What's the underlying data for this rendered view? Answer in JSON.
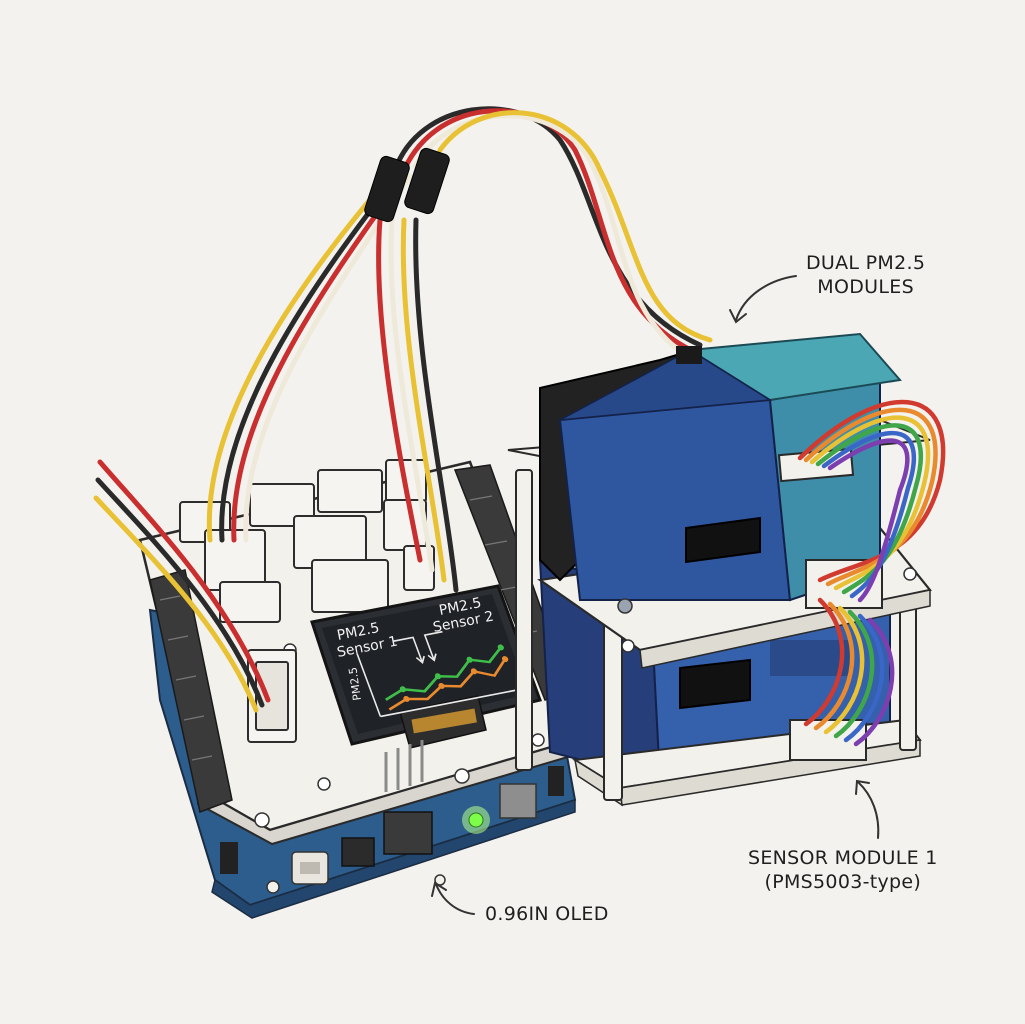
{
  "callouts": {
    "dual_modules": {
      "line1": "DUAL PM2.5",
      "line2": "MODULES"
    },
    "sensor_module": {
      "line1": "SENSOR MODULE 1",
      "line2": "(PMS5003-type)"
    },
    "oled": {
      "text": "0.96IN OLED"
    }
  },
  "oled_screen": {
    "sensor1_label_line1": "PM2.5",
    "sensor1_label_line2": "Sensor 1",
    "sensor2_label_line1": "PM2.5",
    "sensor2_label_line2": "Sensor 2",
    "y_axis_label": "PM2.5"
  },
  "colors": {
    "paper": "#f4f2ee",
    "pcb_blue": "#2c5d8c",
    "shield_white": "#f3f1ec",
    "sensor_blue": "#2f57a0",
    "sensor_teal": "#4aa7b3",
    "oled_bg": "#1f2226",
    "trace_green": "#3fbf4a",
    "trace_orange": "#e98a2f",
    "led_green": "#7dff4a"
  },
  "icons": {
    "callout_arrows": "curved-arrow-icon"
  }
}
